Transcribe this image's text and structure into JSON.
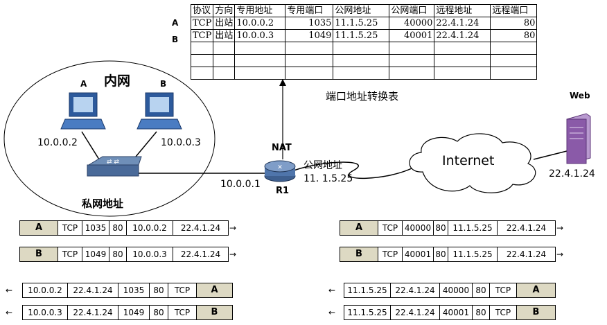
{
  "nat_table": {
    "headers": [
      "协议",
      "方向",
      "专用地址",
      "专用端口",
      "公网地址",
      "公网端口",
      "远程地址",
      "远程端口"
    ],
    "rows": [
      [
        "TCP",
        "出站",
        "10.0.0.2",
        "1035",
        "11.1.5.25",
        "40000",
        "22.4.1.24",
        "80"
      ],
      [
        "TCP",
        "出站",
        "10.0.0.3",
        "1049",
        "11.1.5.25",
        "40001",
        "22.4.1.24",
        "80"
      ],
      [
        "",
        "",
        "",
        "",
        "",
        "",
        "",
        ""
      ],
      [
        "",
        "",
        "",
        "",
        "",
        "",
        "",
        ""
      ],
      [
        "",
        "",
        "",
        "",
        "",
        "",
        "",
        ""
      ]
    ],
    "row_tags": [
      "A",
      "B"
    ],
    "caption": "端口地址转换表"
  },
  "network": {
    "lan_title": "内网",
    "host_a_label": "A",
    "host_b_label": "B",
    "host_a_ip": "10.0.0.2",
    "host_b_ip": "10.0.0.3",
    "switch_caption": "私网地址",
    "router_top_label": "NAT",
    "router_name": "R1",
    "router_lan_ip": "10.0.0.1",
    "public_label": "公网地址",
    "public_ip": "11. 1.5.25",
    "internet_label": "Internet",
    "server_label": "Web",
    "server_ip": "22.4.1.24"
  },
  "packets": {
    "left_out_a": [
      "A",
      "TCP",
      "1035",
      "80",
      "10.0.0.2",
      "22.4.1.24"
    ],
    "left_out_b": [
      "B",
      "TCP",
      "1049",
      "80",
      "10.0.0.3",
      "22.4.1.24"
    ],
    "right_out_a": [
      "A",
      "TCP",
      "40000",
      "80",
      "11.1.5.25",
      "22.4.1.24"
    ],
    "right_out_b": [
      "B",
      "TCP",
      "40001",
      "80",
      "11.1.5.25",
      "22.4.1.24"
    ],
    "left_in_a": [
      "10.0.0.2",
      "22.4.1.24",
      "1035",
      "80",
      "TCP",
      "A"
    ],
    "left_in_b": [
      "10.0.0.3",
      "22.4.1.24",
      "1049",
      "80",
      "TCP",
      "B"
    ],
    "right_in_a": [
      "11.1.5.25",
      "22.4.1.24",
      "40000",
      "80",
      "TCP",
      "A"
    ],
    "right_in_b": [
      "11.1.5.25",
      "22.4.1.24",
      "40001",
      "80",
      "TCP",
      "B"
    ]
  },
  "colors": {
    "header_fill": "#ddd9c3",
    "pc_blue": "#3b6fb6",
    "server_purple": "#8a5aa8"
  }
}
